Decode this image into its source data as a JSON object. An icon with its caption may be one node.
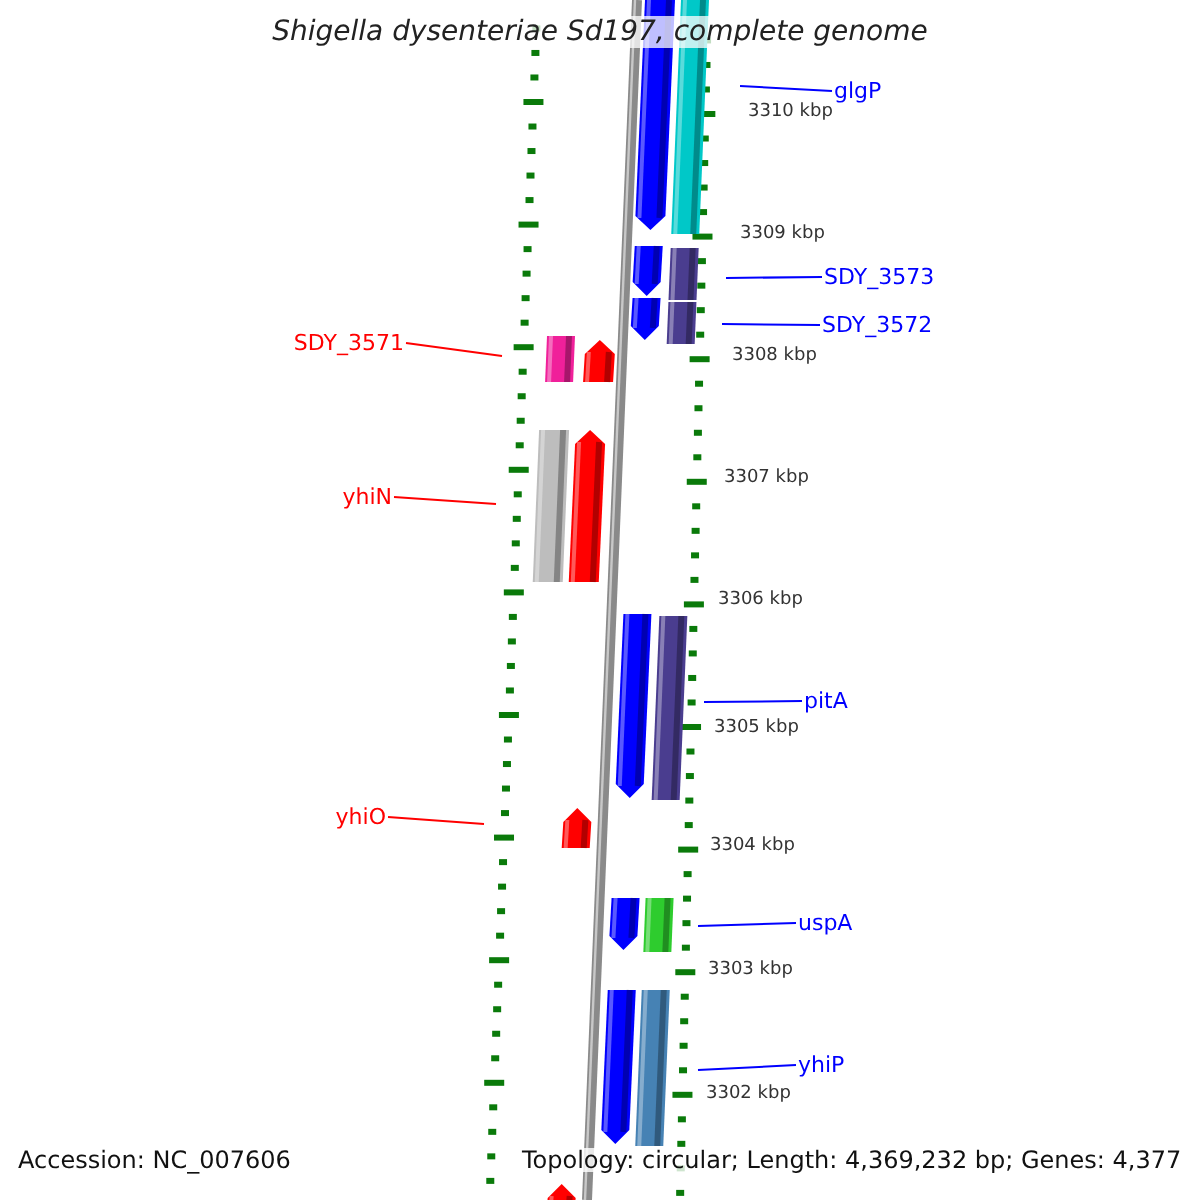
{
  "diagram": {
    "title": "Shigella dysenteriae Sd197, complete genome",
    "nodes": [
      {
        "text": [
          "glgP"
        ]
      },
      {
        "text": [
          "SDY_3573"
        ]
      },
      {
        "text": [
          "SDY_3572"
        ]
      },
      {
        "text": [
          "SDY_3571"
        ]
      },
      {
        "text": [
          "yhiN"
        ]
      },
      {
        "text": [
          "pitA"
        ]
      },
      {
        "text": [
          "yhiO"
        ]
      },
      {
        "text": [
          "uspA"
        ]
      },
      {
        "text": [
          "yhiP"
        ]
      }
    ],
    "edges": [
      {
        "from": 0,
        "to": null,
        "arrow": "none"
      },
      {
        "from": 1,
        "to": null,
        "arrow": "none"
      },
      {
        "from": 2,
        "to": null,
        "arrow": "none"
      },
      {
        "from": 3,
        "to": null,
        "arrow": "none",
        "color": "#ff0000"
      },
      {
        "from": 4,
        "to": null,
        "arrow": "none",
        "color": "#ff0000"
      },
      {
        "from": 5,
        "to": null,
        "arrow": "none"
      },
      {
        "from": 6,
        "to": null,
        "arrow": "none",
        "color": "#ff0000"
      },
      {
        "from": 7,
        "to": null,
        "arrow": "none"
      },
      {
        "from": 8,
        "to": null,
        "arrow": "none"
      }
    ],
    "labels": [
      "3310 kbp",
      "3309 kbp",
      "3308 kbp",
      "3307 kbp",
      "3306 kbp",
      "3305 kbp",
      "3304 kbp",
      "3303 kbp",
      "3302 kbp",
      "Accession: NC_007606",
      "Topology: circular; Length: 4,369,232 bp; Genes: 4,377"
    ]
  }
}
